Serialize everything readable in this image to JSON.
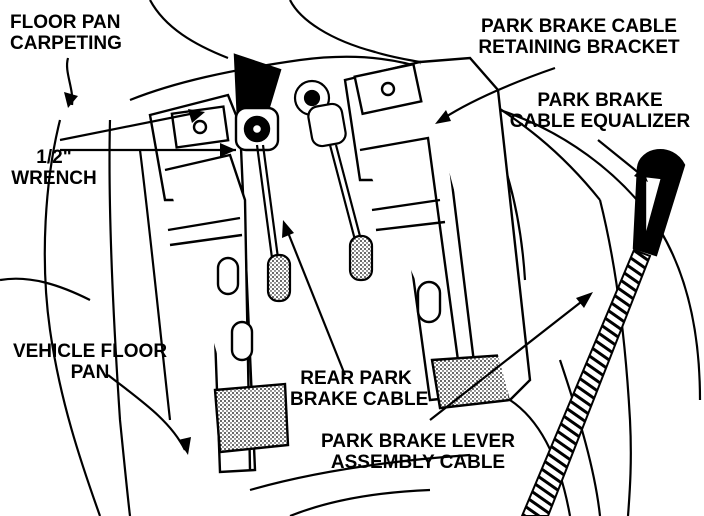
{
  "labels": {
    "floor_pan_carpeting": [
      "FLOOR PAN",
      "CARPETING"
    ],
    "wrench": [
      "1/2\"",
      "WRENCH"
    ],
    "vehicle_floor_pan": [
      "VEHICLE FLOOR",
      "PAN"
    ],
    "retaining_bracket": [
      "PARK BRAKE CABLE",
      "RETAINING BRACKET"
    ],
    "equalizer": [
      "PARK BRAKE",
      "CABLE EQUALIZER"
    ],
    "rear_cable": [
      "REAR PARK",
      "BRAKE CABLE"
    ],
    "lever_cable": [
      "PARK BRAKE LEVER",
      "ASSEMBLY CABLE"
    ]
  },
  "colors": {
    "ink": "#000000",
    "paper": "#ffffff"
  }
}
